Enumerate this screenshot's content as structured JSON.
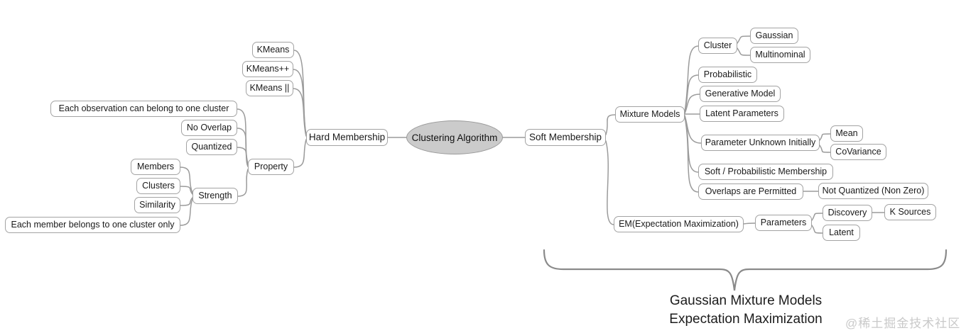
{
  "mindmap": {
    "label": "Clustering Algorithm",
    "children": [
      {
        "label": "Hard Membership",
        "children": [
          {
            "label": "KMeans"
          },
          {
            "label": "KMeans++"
          },
          {
            "label": "KMeans ||"
          },
          {
            "label": "Property",
            "children": [
              {
                "label": "Each observation can belong to one cluster"
              },
              {
                "label": "No Overlap"
              },
              {
                "label": "Quantized"
              },
              {
                "label": "Strength",
                "children": [
                  {
                    "label": "Members"
                  },
                  {
                    "label": "Clusters"
                  },
                  {
                    "label": "Similarity"
                  },
                  {
                    "label": "Each member belongs to one cluster only"
                  }
                ]
              }
            ]
          }
        ]
      },
      {
        "label": "Soft Membership",
        "children": [
          {
            "label": "Mixture Models",
            "children": [
              {
                "label": "Cluster",
                "children": [
                  {
                    "label": "Gaussian"
                  },
                  {
                    "label": "Multinominal"
                  }
                ]
              },
              {
                "label": "Probabilistic"
              },
              {
                "label": "Generative Model"
              },
              {
                "label": "Latent Parameters"
              },
              {
                "label": "Parameter Unknown Initially",
                "children": [
                  {
                    "label": "Mean"
                  },
                  {
                    "label": "CoVariance"
                  }
                ]
              },
              {
                "label": "Soft / Probabilistic Membership"
              },
              {
                "label": "Overlaps are Permitted",
                "children": [
                  {
                    "label": "Not Quantized (Non Zero)"
                  }
                ]
              }
            ]
          },
          {
            "label": "EM(Expectation Maximization)",
            "children": [
              {
                "label": "Parameters",
                "children": [
                  {
                    "label": "Discovery",
                    "children": [
                      {
                        "label": "K Sources"
                      }
                    ]
                  },
                  {
                    "label": "Latent"
                  }
                ]
              }
            ]
          }
        ]
      }
    ]
  },
  "caption": {
    "line1": "Gaussian Mixture Models",
    "line2": "Expectation Maximization"
  },
  "watermark": "@稀土掘金技术社区",
  "colors": {
    "root_fill": "#cbcbcb",
    "node_fill": "#ffffff",
    "node_border": "#a3a3a3",
    "connector": "#9b9b9b",
    "brace": "#8a8a8a",
    "caption_text": "#1c1c1c",
    "watermark_text": "#c9c9c9"
  }
}
